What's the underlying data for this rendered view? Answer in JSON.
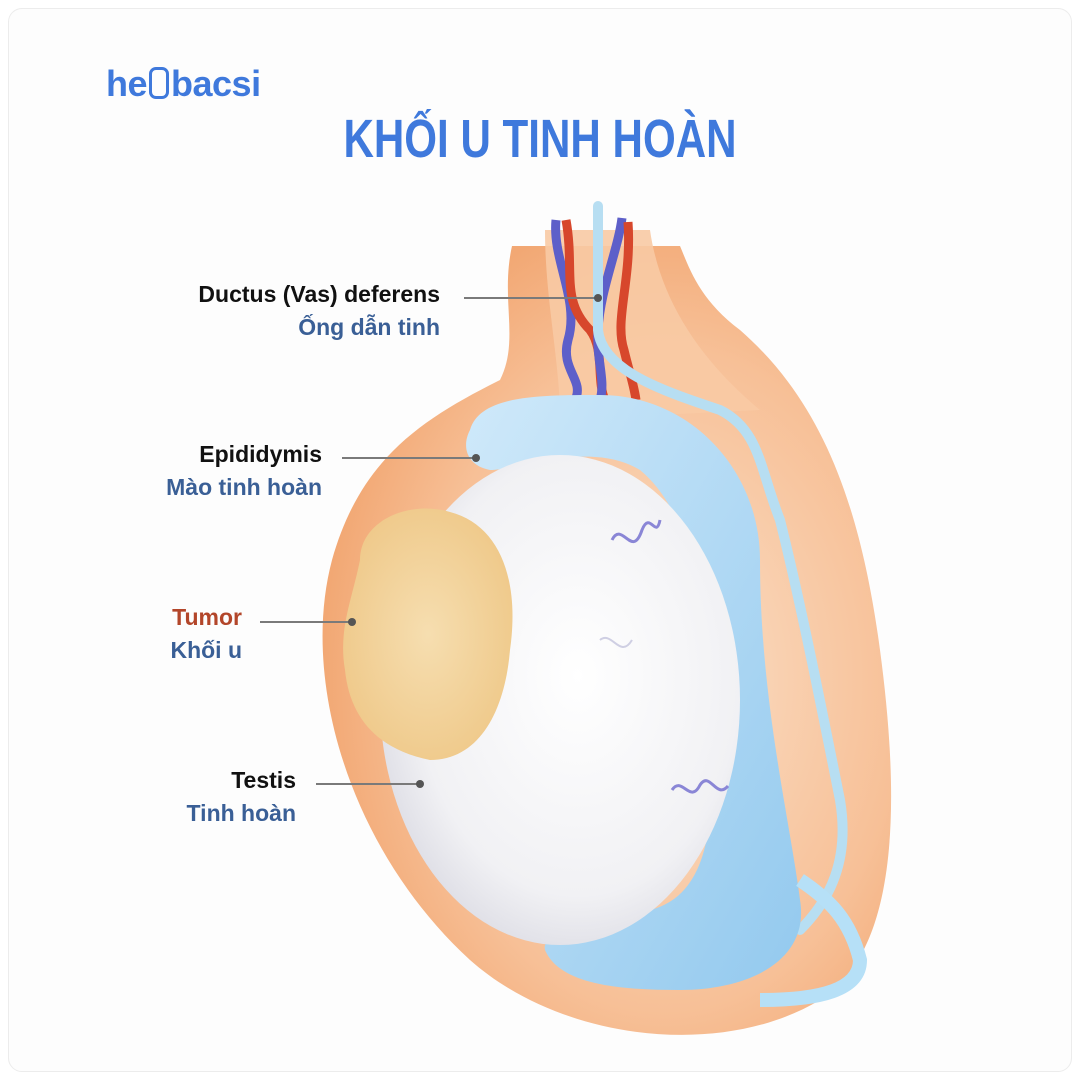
{
  "brand": {
    "logo_prefix": "he",
    "logo_mark": "ll",
    "logo_suffix": "bacsi"
  },
  "title": "KHỐI U TINH HOÀN",
  "labels": {
    "ductus": {
      "en": "Ductus (Vas) deferens",
      "vi": "Ống dẫn tinh"
    },
    "epididymis": {
      "en": "Epididymis",
      "vi": "Mào tinh hoàn"
    },
    "tumor": {
      "en": "Tumor",
      "vi": "Khối u"
    },
    "testis": {
      "en": "Testis",
      "vi": "Tinh hoàn"
    }
  },
  "colors": {
    "brand_blue": "#3f79dc",
    "label_vi": "#3a5f96",
    "tumor_label": "#b3462a",
    "skin": "#f6b98a",
    "epididymis": "#a9d6f2",
    "testis": "#f2f2f4",
    "tumor": "#f1d49a"
  }
}
